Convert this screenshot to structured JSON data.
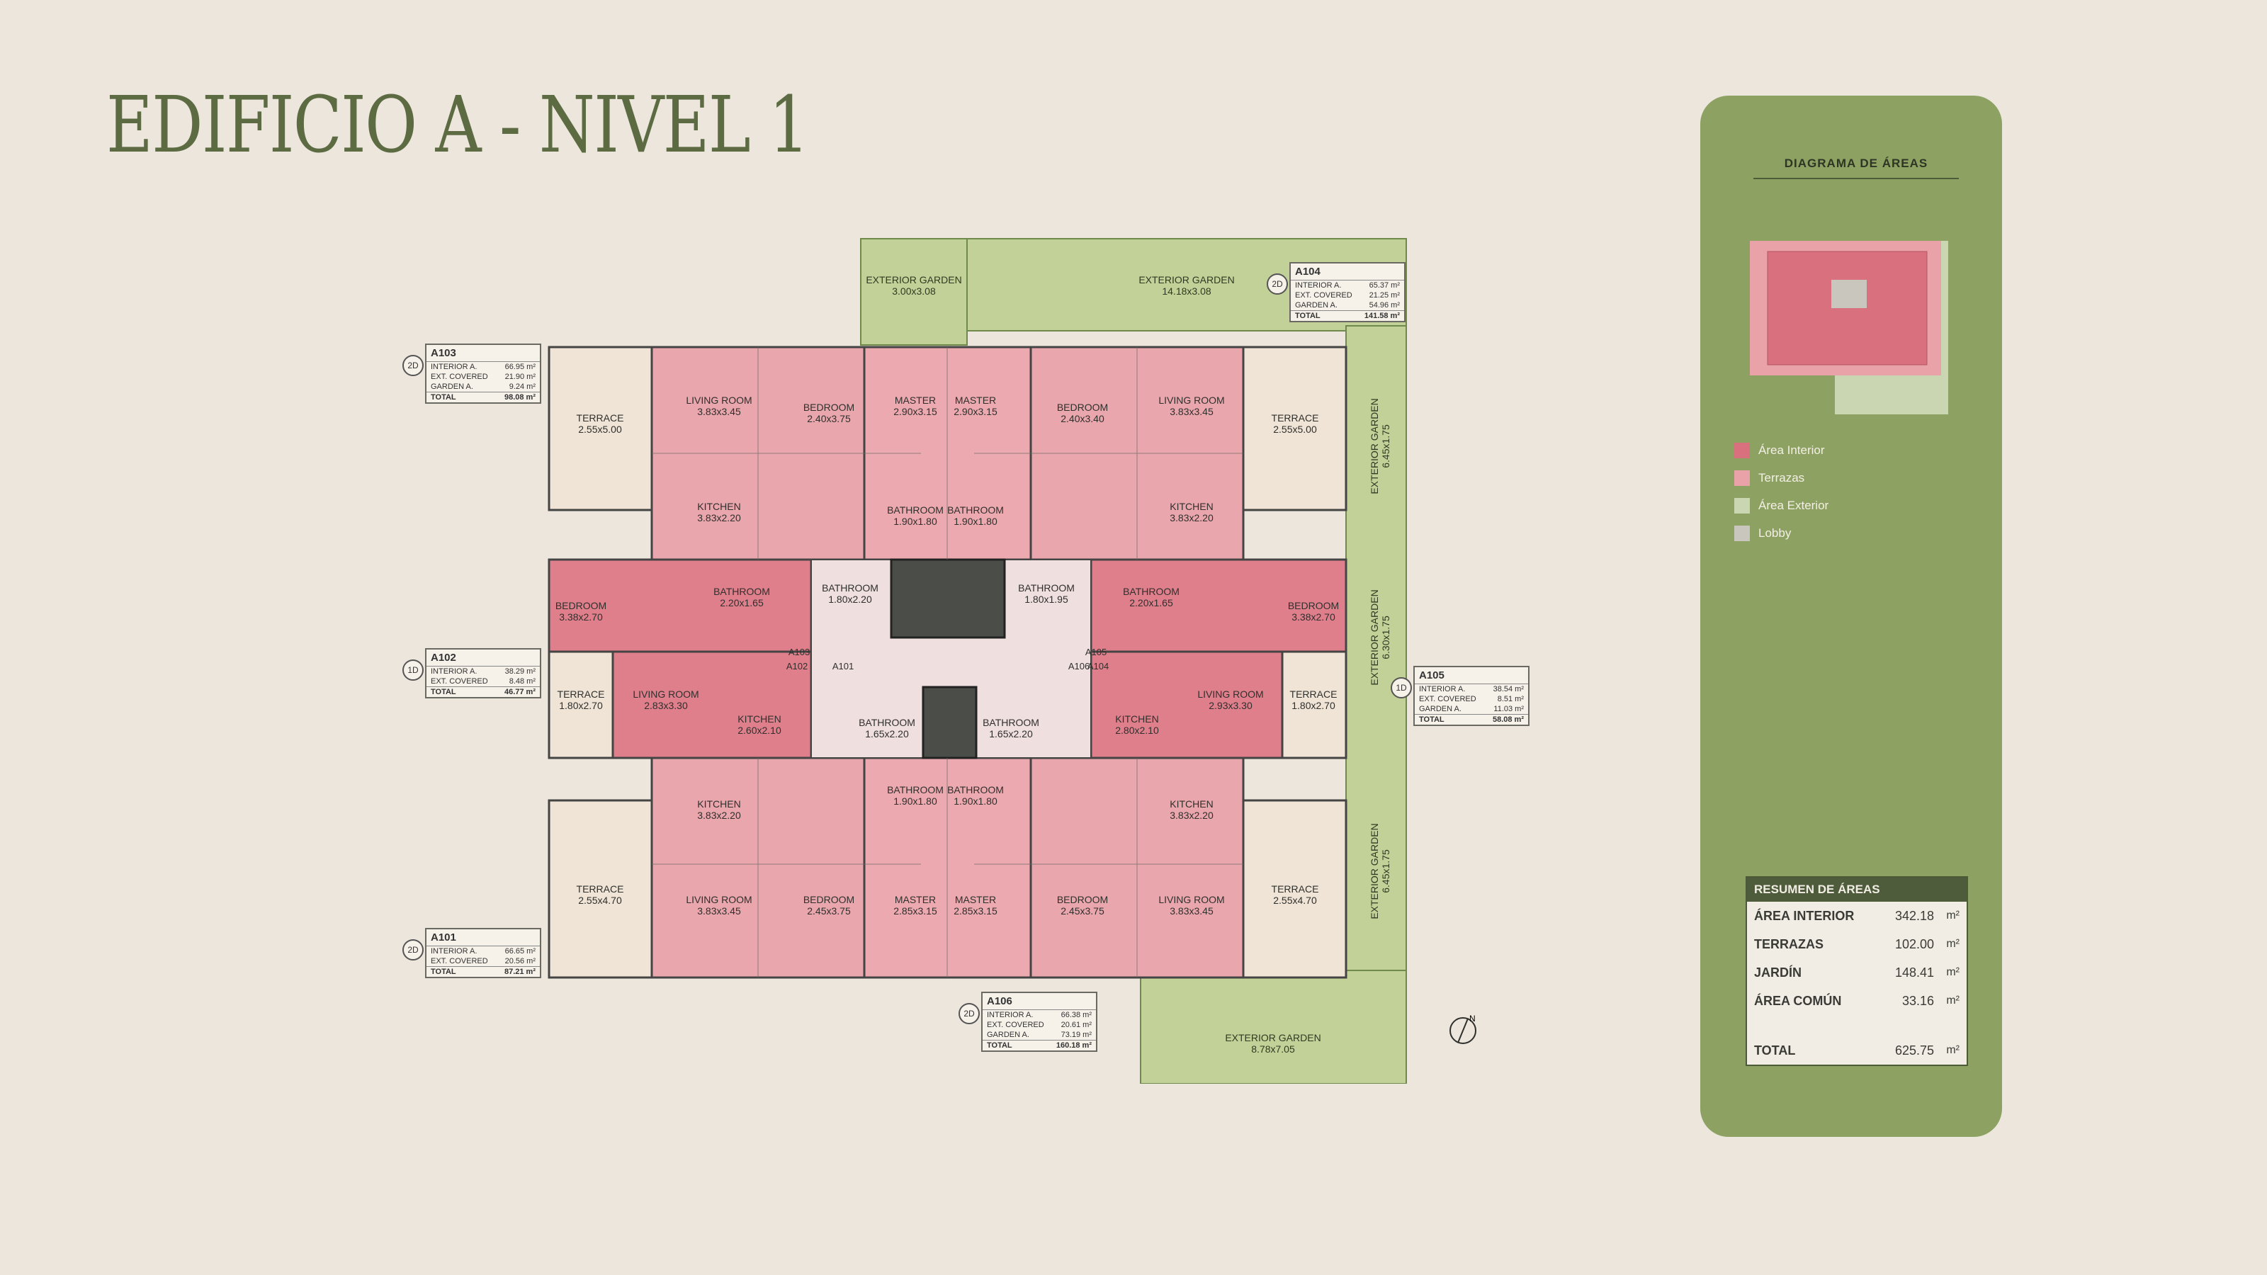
{
  "title": "EDIFICIO A - NIVEL 1",
  "plan": {
    "gardens": [
      {
        "name": "EXTERIOR GARDEN",
        "size": "3.00x3.08"
      },
      {
        "name": "EXTERIOR GARDEN",
        "size": "14.18x3.08"
      },
      {
        "name": "EXTERIOR GARDEN",
        "size": "6.45x1.75"
      },
      {
        "name": "EXTERIOR GARDEN",
        "size": "6.30x1.75"
      },
      {
        "name": "EXTERIOR GARDEN",
        "size": "6.45x1.75"
      },
      {
        "name": "EXTERIOR GARDEN",
        "size": "8.78x7.05"
      }
    ],
    "rooms": [
      {
        "name": "LIVING ROOM",
        "size": "3.83x3.45"
      },
      {
        "name": "BEDROOM",
        "size": "2.40x3.75"
      },
      {
        "name": "MASTER",
        "size": "2.90x3.15"
      },
      {
        "name": "MASTER",
        "size": "2.90x3.15"
      },
      {
        "name": "BEDROOM",
        "size": "2.40x3.40"
      },
      {
        "name": "LIVING ROOM",
        "size": "3.83x3.45"
      },
      {
        "name": "TERRACE",
        "size": "2.55x5.00"
      },
      {
        "name": "TERRACE",
        "size": "2.55x5.00"
      },
      {
        "name": "KITCHEN",
        "size": "3.83x2.20"
      },
      {
        "name": "BATHROOM",
        "size": "1.90x1.80"
      },
      {
        "name": "BATHROOM",
        "size": "1.90x1.80"
      },
      {
        "name": "KITCHEN",
        "size": "3.83x2.20"
      },
      {
        "name": "BEDROOM",
        "size": "3.38x2.70"
      },
      {
        "name": "BATHROOM",
        "size": "2.20x1.65"
      },
      {
        "name": "BATHROOM",
        "size": "1.80x2.20"
      },
      {
        "name": "BATHROOM",
        "size": "1.80x1.95"
      },
      {
        "name": "BATHROOM",
        "size": "2.20x1.65"
      },
      {
        "name": "BEDROOM",
        "size": "3.38x2.70"
      },
      {
        "name": "TERRACE",
        "size": "1.80x2.70"
      },
      {
        "name": "LIVING ROOM",
        "size": "2.83x3.30"
      },
      {
        "name": "KITCHEN",
        "size": "2.60x2.10"
      },
      {
        "name": "BATHROOM",
        "size": "1.65x2.20"
      },
      {
        "name": "BATHROOM",
        "size": "1.65x2.20"
      },
      {
        "name": "KITCHEN",
        "size": "2.80x2.10"
      },
      {
        "name": "LIVING ROOM",
        "size": "2.93x3.30"
      },
      {
        "name": "TERRACE",
        "size": "1.80x2.70"
      },
      {
        "name": "KITCHEN",
        "size": "3.83x2.20"
      },
      {
        "name": "BATHROOM",
        "size": "1.90x1.80"
      },
      {
        "name": "BATHROOM",
        "size": "1.90x1.80"
      },
      {
        "name": "KITCHEN",
        "size": "3.83x2.20"
      },
      {
        "name": "TERRACE",
        "size": "2.55x4.70"
      },
      {
        "name": "LIVING ROOM",
        "size": "3.83x3.45"
      },
      {
        "name": "BEDROOM",
        "size": "2.45x3.75"
      },
      {
        "name": "MASTER",
        "size": "2.85x3.15"
      },
      {
        "name": "MASTER",
        "size": "2.85x3.15"
      },
      {
        "name": "BEDROOM",
        "size": "2.45x3.75"
      },
      {
        "name": "LIVING ROOM",
        "size": "3.83x3.45"
      },
      {
        "name": "TERRACE",
        "size": "2.55x4.70"
      }
    ],
    "door_tags": [
      "A103",
      "A102",
      "A101",
      "A106",
      "A105",
      "A104"
    ],
    "units": [
      {
        "id": "A103",
        "badge": "2D",
        "rows": [
          {
            "label": "INTERIOR A.",
            "value": "66.95 m²"
          },
          {
            "label": "EXT. COVERED",
            "value": "21.90 m²"
          },
          {
            "label": "GARDEN A.",
            "value": "9.24 m²"
          },
          {
            "label": "TOTAL",
            "value": "98.08 m²"
          }
        ]
      },
      {
        "id": "A102",
        "badge": "1D",
        "rows": [
          {
            "label": "INTERIOR A.",
            "value": "38.29 m²"
          },
          {
            "label": "EXT. COVERED",
            "value": "8.48 m²"
          },
          {
            "label": "TOTAL",
            "value": "46.77 m²"
          }
        ]
      },
      {
        "id": "A101",
        "badge": "2D",
        "rows": [
          {
            "label": "INTERIOR A.",
            "value": "66.65 m²"
          },
          {
            "label": "EXT. COVERED",
            "value": "20.56 m²"
          },
          {
            "label": "TOTAL",
            "value": "87.21 m²"
          }
        ]
      },
      {
        "id": "A104",
        "badge": "2D",
        "rows": [
          {
            "label": "INTERIOR A.",
            "value": "65.37 m²"
          },
          {
            "label": "EXT. COVERED",
            "value": "21.25 m²"
          },
          {
            "label": "GARDEN A.",
            "value": "54.96 m²"
          },
          {
            "label": "TOTAL",
            "value": "141.58 m²"
          }
        ]
      },
      {
        "id": "A105",
        "badge": "1D",
        "rows": [
          {
            "label": "INTERIOR A.",
            "value": "38.54 m²"
          },
          {
            "label": "EXT. COVERED",
            "value": "8.51 m²"
          },
          {
            "label": "GARDEN A.",
            "value": "11.03 m²"
          },
          {
            "label": "TOTAL",
            "value": "58.08 m²"
          }
        ]
      },
      {
        "id": "A106",
        "badge": "2D",
        "rows": [
          {
            "label": "INTERIOR A.",
            "value": "66.38 m²"
          },
          {
            "label": "EXT. COVERED",
            "value": "20.61 m²"
          },
          {
            "label": "GARDEN A.",
            "value": "73.19 m²"
          },
          {
            "label": "TOTAL",
            "value": "160.18 m²"
          }
        ]
      }
    ],
    "north_label": "N"
  },
  "panel": {
    "diagram_title": "DIAGRAMA DE ÁREAS",
    "legend": [
      {
        "label": "Área Interior",
        "color": "#d9707e"
      },
      {
        "label": "Terrazas",
        "color": "#e9a3a8"
      },
      {
        "label": "Área Exterior",
        "color": "#c9d6b1"
      },
      {
        "label": "Lobby",
        "color": "#c9c7bd"
      }
    ],
    "summary_title": "RESUMEN DE ÁREAS",
    "summary": [
      {
        "label": "ÁREA INTERIOR",
        "value": "342.18",
        "unit": "m²"
      },
      {
        "label": "TERRAZAS",
        "value": "102.00",
        "unit": "m²"
      },
      {
        "label": "JARDÍN",
        "value": "148.41",
        "unit": "m²"
      },
      {
        "label": "ÁREA COMÚN",
        "value": "33.16",
        "unit": "m²"
      },
      {
        "label": "TOTAL",
        "value": "625.75",
        "unit": "m²"
      }
    ]
  },
  "colors": {
    "interior": "#e79aa3",
    "interior_dark": "#df7f8b",
    "terrace": "#ece0d3",
    "garden": "#b9c98e",
    "lobby": "#ecdadb",
    "core": "#4a4d48",
    "panel": "#8da262"
  }
}
